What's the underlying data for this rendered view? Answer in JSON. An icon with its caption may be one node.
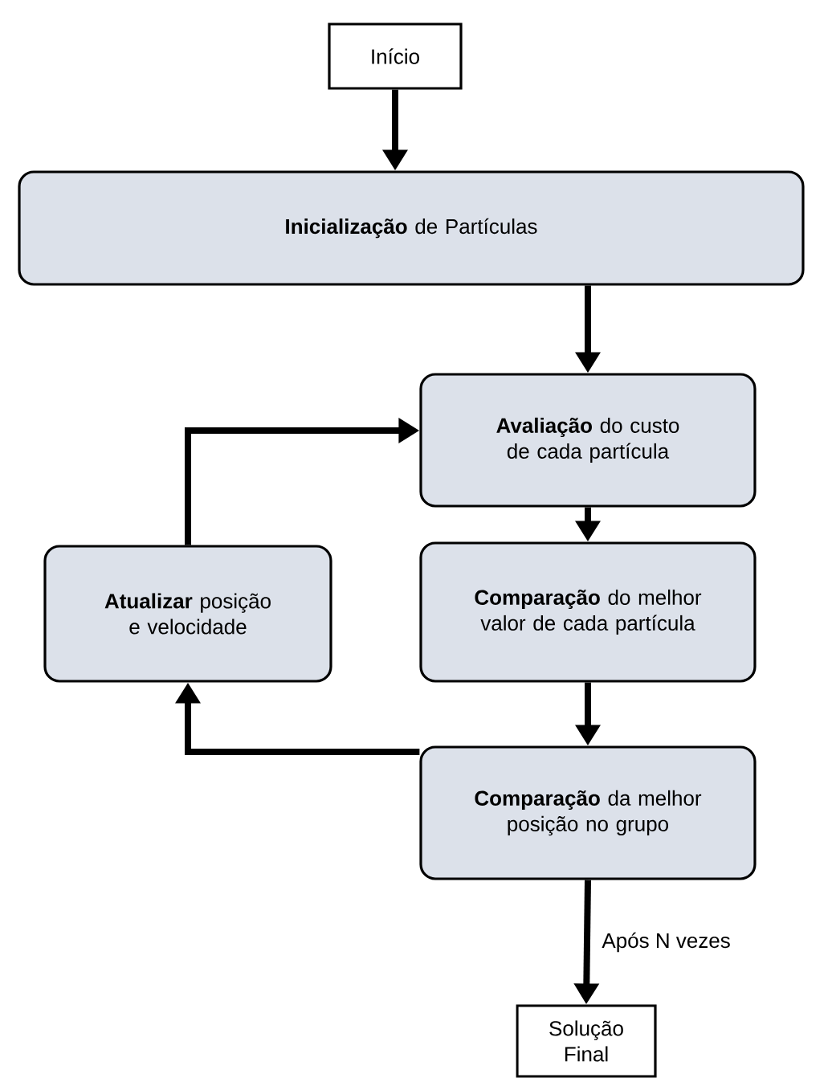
{
  "diagram": {
    "nodes": [
      {
        "text": [
          "Início"
        ]
      },
      {
        "text": [
          "**Inicialização** de Partículas"
        ]
      },
      {
        "text": [
          "**Avaliação** do custo de cada partícula"
        ]
      },
      {
        "text": [
          "**Atualizar** posição e velocidade"
        ]
      },
      {
        "text": [
          "**Comparação** do melhor valor de cada partícula"
        ]
      },
      {
        "text": [
          "**Comparação** da melhor posição no grupo"
        ]
      },
      {
        "text": [
          "Solução Final"
        ]
      }
    ],
    "edges": [
      {
        "from": 0,
        "to": 1,
        "arrow": "to"
      },
      {
        "from": 1,
        "to": 2,
        "arrow": "to"
      },
      {
        "from": 2,
        "to": 4,
        "arrow": "to"
      },
      {
        "from": 4,
        "to": 5,
        "arrow": "to"
      },
      {
        "from": 5,
        "to": 3,
        "arrow": "to"
      },
      {
        "from": 3,
        "to": 2,
        "arrow": "to"
      },
      {
        "from": 5,
        "to": 6,
        "arrow": "to",
        "label": "Após N vezes"
      }
    ]
  }
}
